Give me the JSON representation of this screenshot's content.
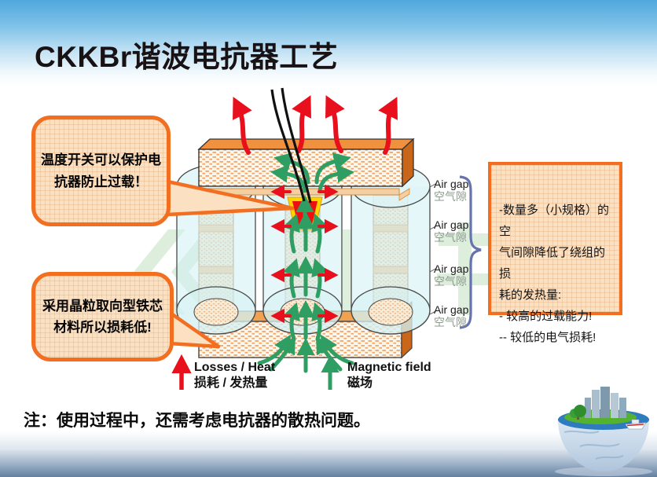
{
  "slide": {
    "title": "CKKBr谐波电抗器工艺",
    "note": "注：使用过程中，还需考虑电抗器的散热问题。"
  },
  "callouts": {
    "temperature": {
      "line1": "温度开关可以保护电",
      "line2": "抗器防止过载！"
    },
    "core": {
      "line1": "采用晶粒取向型铁芯",
      "line2": "材料所以损耗低!"
    }
  },
  "air_gap": {
    "en": "Air gap",
    "zh": "空气隙",
    "count": 4
  },
  "right_box": {
    "lines": [
      "-数量多（小规格）的空",
      "气间隙降低了绕组的损",
      "耗的发热量:",
      "- 较高的过载能力!",
      "-- 较低的电气损耗!"
    ]
  },
  "legend": {
    "losses": {
      "en": "Losses / Heat",
      "zh": "损耗 / 发热量",
      "color": "#e8101c"
    },
    "magnetic": {
      "en": "Magnetic field",
      "zh": "磁场",
      "color": "#2f9e63"
    }
  },
  "colors": {
    "callout_border": "#F26F21",
    "callout_fill": "#FBE0C2",
    "yoke_orange": "#F0913F",
    "yoke_side": "#C9661A",
    "coil_cyan": "#CFF0F2",
    "brace_blue": "#6673AE",
    "sky_top": "#4FA8DC",
    "water_bottom": "#64809F"
  }
}
